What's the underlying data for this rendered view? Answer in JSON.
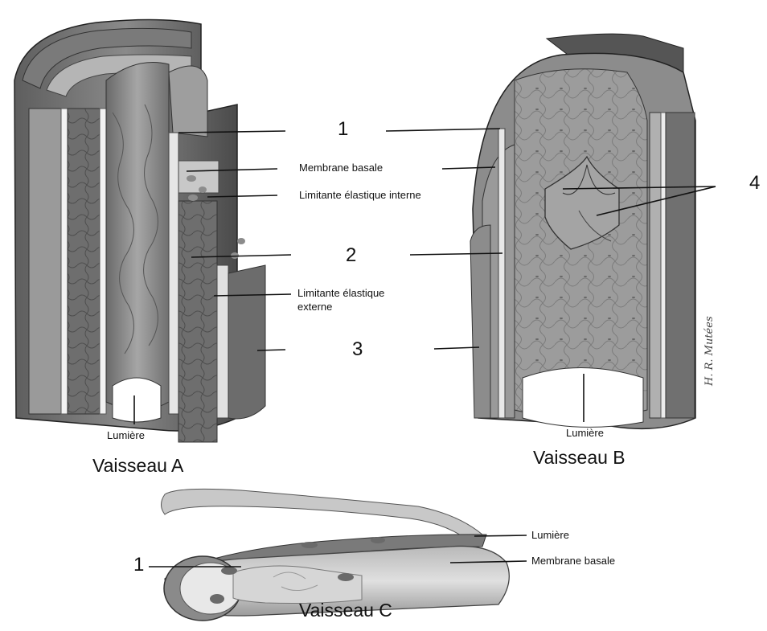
{
  "vessel_a": {
    "caption": "Vaisseau A",
    "lumen_label": "Lumière"
  },
  "vessel_b": {
    "caption": "Vaisseau B",
    "lumen_label": "Lumière",
    "signature": "H. R. Mutées"
  },
  "vessel_c": {
    "caption": "Vaisseau C",
    "lumen_label": "Lumière",
    "basal_label": "Membrane basale",
    "num_1": "1"
  },
  "center_labels": {
    "num_1": "1",
    "membrane_basale": "Membrane basale",
    "lei": "Limitante élastique interne",
    "num_2": "2",
    "lee_line1": "Limitante élastique",
    "lee_line2": "externe",
    "num_3": "3",
    "num_4": "4"
  }
}
